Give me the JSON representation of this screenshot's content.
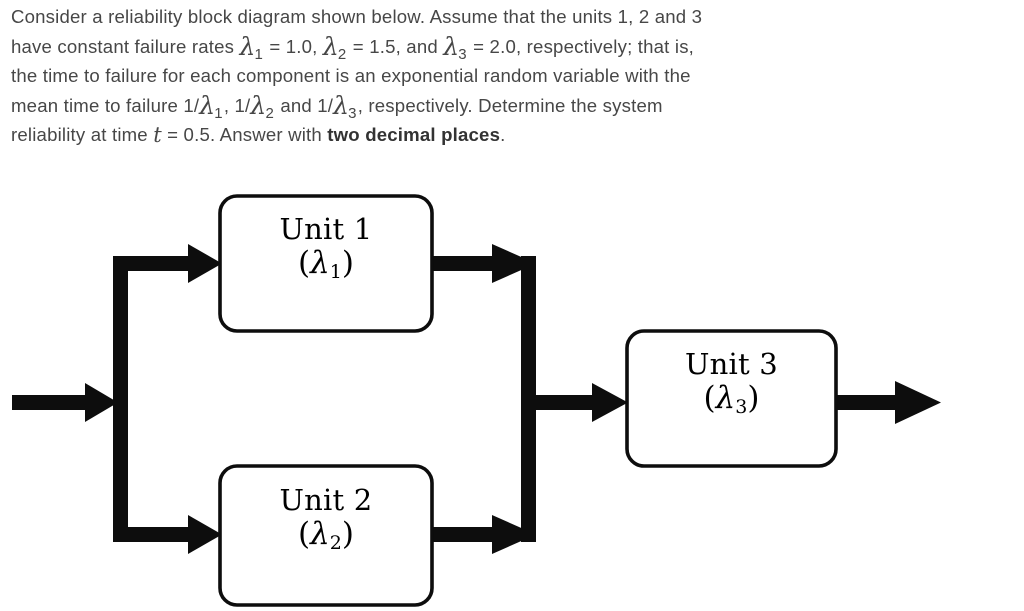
{
  "question": {
    "line1": "Consider a reliability block diagram shown below. Assume that the units 1, 2 and 3",
    "line2_a": "have constant failure rates ",
    "line2_lambda1": "λ",
    "line2_sub1": "1",
    "line2_b": " =  1.0, ",
    "line2_lambda2": "λ",
    "line2_sub2": "2",
    "line2_c": " = 1.5, and ",
    "line2_lambda3": "λ",
    "line2_sub3": "3",
    "line2_d": " = 2.0, respectively; that is,",
    "line3": "the time to failure for each component is an exponential random variable with the",
    "line4_a": "mean time to failure 1/",
    "line4_lambda1": "λ",
    "line4_sub1": "1",
    "line4_b": ", 1/",
    "line4_lambda2": "λ",
    "line4_sub2": "2",
    "line4_c": " and 1/",
    "line4_lambda3": "λ",
    "line4_sub3": "3",
    "line4_d": ", respectively. Determine the system",
    "line5_a": "reliability at time ",
    "line5_t": "t",
    "line5_b": " = 0.5. Answer with ",
    "line5_bold": "two decimal places",
    "line5_c": "."
  },
  "diagram": {
    "type": "reliability-block-diagram",
    "stroke_color": "#0d0d0d",
    "box_fill": "#ffffff",
    "units": [
      {
        "id": "unit-1",
        "title": "Unit 1",
        "rate_open": "(",
        "rate_symbol": "λ",
        "rate_sub": "1",
        "rate_close": ")"
      },
      {
        "id": "unit-2",
        "title": "Unit 2",
        "rate_open": "(",
        "rate_symbol": "λ",
        "rate_sub": "2",
        "rate_close": ")"
      },
      {
        "id": "unit-3",
        "title": "Unit 3",
        "rate_open": "(",
        "rate_symbol": "λ",
        "rate_sub": "3",
        "rate_close": ")"
      }
    ],
    "topology": "units 1 and 2 in parallel, in series with unit 3"
  }
}
